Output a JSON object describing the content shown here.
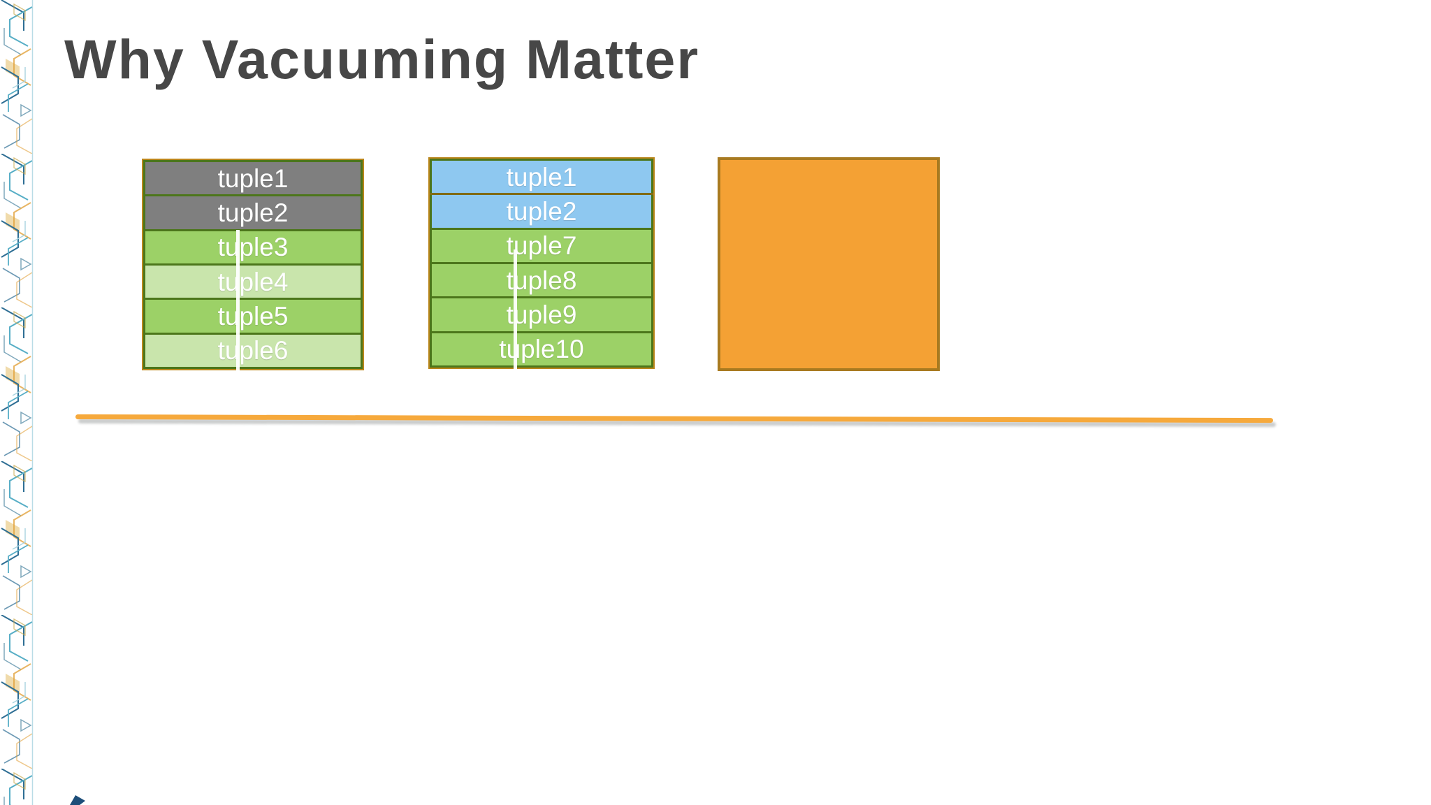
{
  "slide": {
    "title": "Why Vacuuming Matter"
  },
  "tables": [
    {
      "id": "page-before",
      "rows": [
        {
          "label": "tuple1",
          "state": "dead"
        },
        {
          "label": "tuple2",
          "state": "dead"
        },
        {
          "label": "tuple3",
          "state": "live"
        },
        {
          "label": "tuple4",
          "state": "live-alt"
        },
        {
          "label": "tuple5",
          "state": "live"
        },
        {
          "label": "tuple6",
          "state": "live-alt"
        }
      ]
    },
    {
      "id": "page-after",
      "rows": [
        {
          "label": "tuple1",
          "state": "frozen"
        },
        {
          "label": "tuple2",
          "state": "frozen"
        },
        {
          "label": "tuple7",
          "state": "live"
        },
        {
          "label": "tuple8",
          "state": "live"
        },
        {
          "label": "tuple9",
          "state": "live"
        },
        {
          "label": "tuple10",
          "state": "live"
        }
      ]
    }
  ],
  "colors": {
    "dead_gray": "#7F7F7F",
    "live_green": "#9CD167",
    "live_green_light": "#C9E5AC",
    "frozen_blue": "#8EC8F0",
    "row_border_green": "#4C761B",
    "table_border_brown": "#BA861B",
    "empty_page_orange": "#F4A134",
    "empty_page_border_brown": "#A87A20",
    "divider_orange": "#F6A93C",
    "title_gray": "#474747"
  }
}
